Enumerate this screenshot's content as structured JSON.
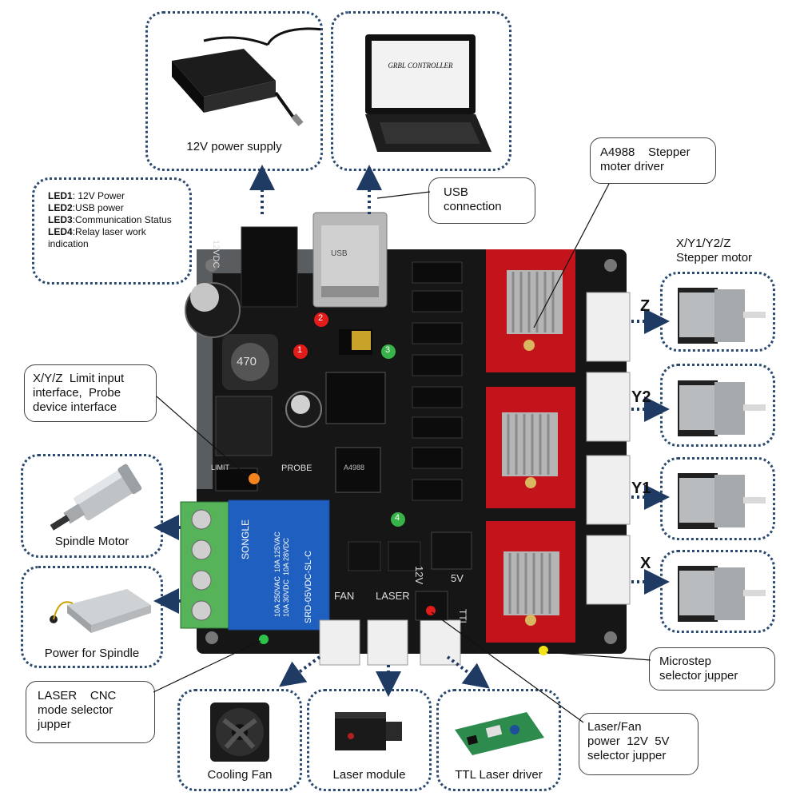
{
  "boxes": {
    "power_supply": "12V power supply",
    "laptop_screen": "GRBL CONTROLLER",
    "usb": "USB\nconnection",
    "a4988": "A4988    Stepper\nmoter driver",
    "stepper_title": "X/Y1/Y2/Z\nStepper motor",
    "limit": "X/Y/Z  Limit input\ninterface,  Probe\ndevice interface",
    "spindle_motor": "Spindle Motor",
    "power_spindle": "Power for Spindle",
    "laser_cnc": "LASER    CNC\nmode selector\njupper",
    "cooling_fan": "Cooling Fan",
    "laser_module": "Laser module",
    "ttl_driver": "TTL Laser driver",
    "laser_fan": "Laser/Fan\npower  12V  5V\nselector jupper",
    "microstep": "Microstep\nselector jupper"
  },
  "leds": [
    {
      "name": "LED1",
      "desc": ": 12V Power"
    },
    {
      "name": "LED2",
      "desc": ":USB power"
    },
    {
      "name": "LED3",
      "desc": ":Communication Status"
    },
    {
      "name": "LED4",
      "desc": ":Relay laser work indication"
    }
  ],
  "axes": [
    "Z",
    "Y2",
    "Y1",
    "X"
  ],
  "board": {
    "port_fan": "FAN",
    "port_laser": "LASER",
    "v12": "12V",
    "v5": "5V",
    "ttl": "TTL",
    "probe": "PROBE",
    "limit": "LIMIT",
    "relay_brand": "SONGLE",
    "relay_model": "SRD-05VDC-SL-C",
    "relay_rating": "10A 250VAC  10A 125VAC\n10A 30VDC  10A 28VDC",
    "inductor": "470",
    "usb_label": "USB",
    "volt_label": "12VDC",
    "chip_label": "A4988"
  },
  "led_markers": [
    "1",
    "2",
    "3",
    "4"
  ]
}
